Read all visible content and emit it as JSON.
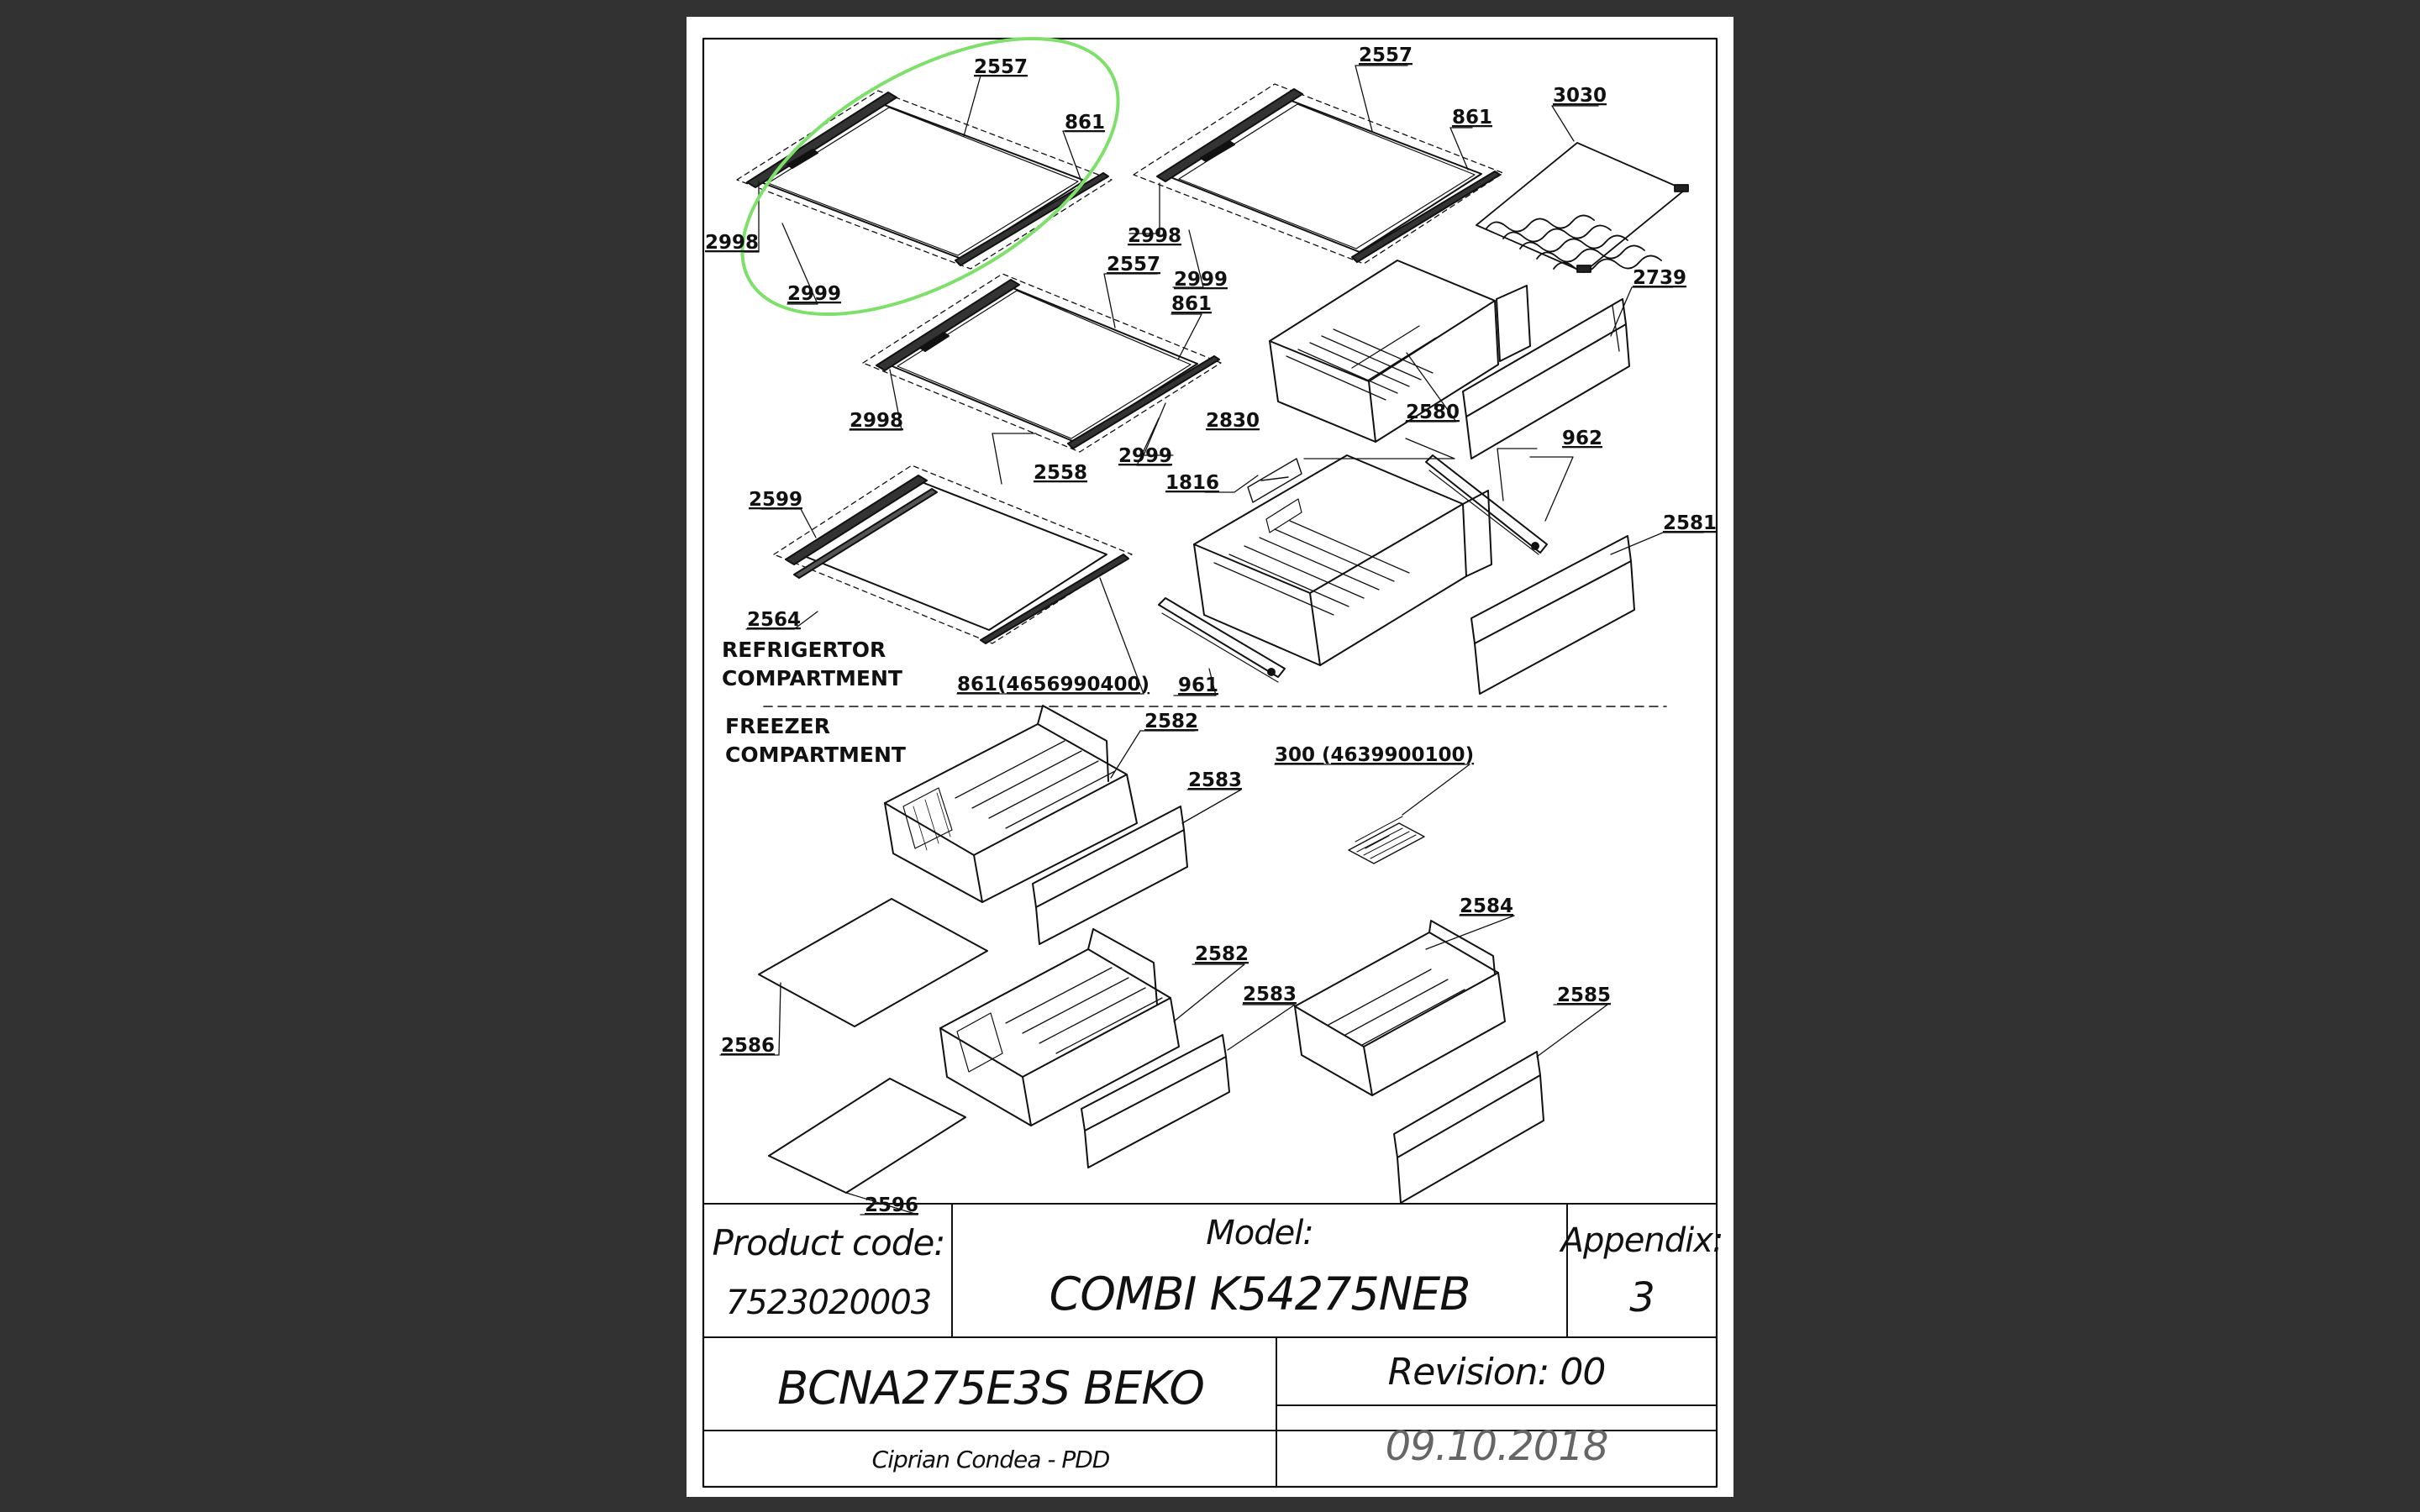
{
  "labels": {
    "l2557a": "2557",
    "l861a": "861",
    "l2998a": "2998",
    "l2999a": "2999",
    "l2557b": "2557",
    "l861b": "861",
    "l3030": "3030",
    "l2998b": "2998",
    "l2999b": "2999",
    "l2557c": "2557",
    "l861c": "861",
    "l2739": "2739",
    "l2998c": "2998",
    "l2830": "2830",
    "l2580": "2580",
    "l2999c": "2999",
    "l962": "962",
    "l2599": "2599",
    "l2558": "2558",
    "l1816": "1816",
    "l2581": "2581",
    "l2564": "2564",
    "l861d": "861(4656990400)",
    "l961": "961",
    "l2582a": "2582",
    "l2583a": "2583",
    "l300": "300 (4639900100)",
    "l2584": "2584",
    "l2582b": "2582",
    "l2583b": "2583",
    "l2585": "2585",
    "l2586": "2586",
    "l2596": "2596"
  },
  "sections": {
    "refrigerator": [
      "REFRIGERTOR",
      "COMPARTMENT"
    ],
    "freezer": [
      "FREEZER",
      "COMPARTMENT"
    ]
  },
  "title_block": {
    "product_code_label": "Product code:",
    "product_code": "7523020003",
    "model_label": "Model:",
    "model": "COMBI K54275NEB",
    "appendix_label": "Appendix:",
    "appendix": "3",
    "product_name": "BCNA275E3S BEKO",
    "revision": "Revision: 00",
    "author": "Ciprian Condea - PDD",
    "date": "09.10.2018"
  },
  "colors": {
    "background": "#323232",
    "sheet": "#ffffff",
    "ink": "#111111",
    "highlight": "#7ee06a"
  },
  "icons": [
    "shelf-icon",
    "crisper-drawer-icon",
    "freezer-drawer-icon",
    "wine-rack-icon",
    "ice-tray-icon",
    "slide-rail-icon",
    "drawer-front-icon",
    "glass-panel-icon"
  ]
}
